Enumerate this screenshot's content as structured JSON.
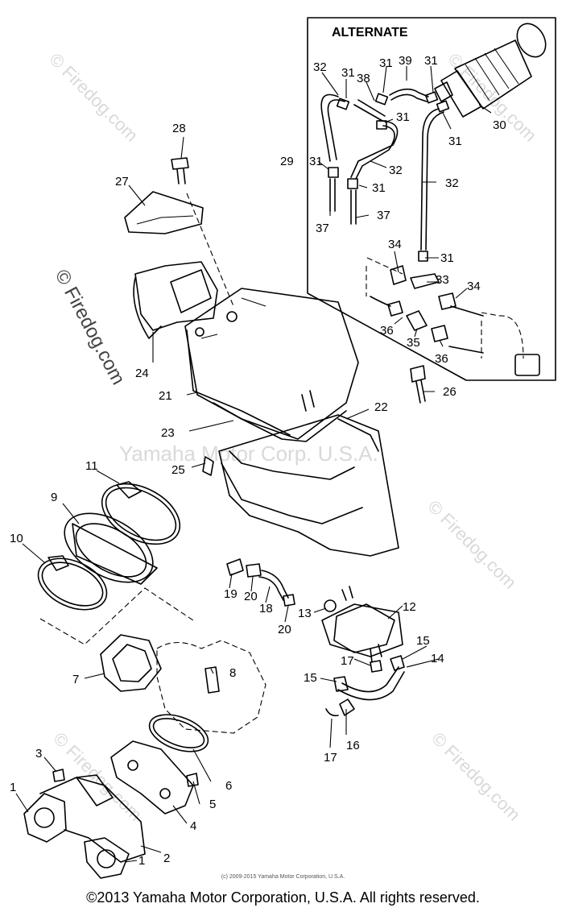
{
  "alternate_title": "ALTERNATE",
  "watermarks": {
    "firedog": "© Firedog.com",
    "center": "Yamaha Motor Corp. U.S.A."
  },
  "footer_small": "(c) 2009-2015 Yamaha Motor Corporation, U.S.A.",
  "footer": "©2013 Yamaha Motor Corporation, U.S.A. All rights reserved.",
  "callouts": {
    "c1a": "1",
    "c1b": "1",
    "c2": "2",
    "c3": "3",
    "c4": "4",
    "c5": "5",
    "c6": "6",
    "c7": "7",
    "c8": "8",
    "c9": "9",
    "c10": "10",
    "c11": "11",
    "c12": "12",
    "c13": "13",
    "c14": "14",
    "c15a": "15",
    "c15b": "15",
    "c16": "16",
    "c17a": "17",
    "c17b": "17",
    "c18": "18",
    "c19": "19",
    "c20a": "20",
    "c20b": "20",
    "c21": "21",
    "c22": "22",
    "c23": "23",
    "c24": "24",
    "c25": "25",
    "c26": "26",
    "c27": "27",
    "c28": "28",
    "c29": "29",
    "c30": "30",
    "c31a": "31",
    "c31b": "31",
    "c31c": "31",
    "c31d": "31",
    "c31e": "31",
    "c31f": "31",
    "c31g": "31",
    "c31h": "31",
    "c32a": "32",
    "c32b": "32",
    "c32c": "32",
    "c33": "33",
    "c34a": "34",
    "c34b": "34",
    "c35": "35",
    "c36a": "36",
    "c36b": "36",
    "c37a": "37",
    "c37b": "37",
    "c38": "38",
    "c39": "39"
  }
}
